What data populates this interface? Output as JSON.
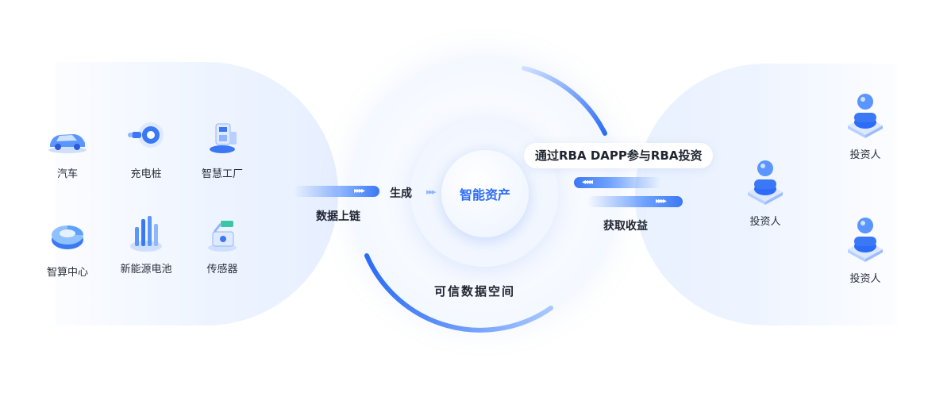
{
  "left_items": [
    {
      "label": "汽车",
      "icon": "car-icon"
    },
    {
      "label": "充电桩",
      "icon": "charging-pile-icon"
    },
    {
      "label": "智慧工厂",
      "icon": "smart-factory-icon"
    },
    {
      "label": "智算中心",
      "icon": "computing-center-icon"
    },
    {
      "label": "新能源电池",
      "icon": "battery-icon"
    },
    {
      "label": "传感器",
      "icon": "sensor-icon"
    }
  ],
  "flow": {
    "upload_label": "数据上链",
    "generate_label": "生成",
    "core_label": "智能资产",
    "space_label": "可信数据空间",
    "invest_label": "通过RBA   DAPP参与RBA投资",
    "income_label": "获取收益"
  },
  "investors": [
    {
      "label": "投资人"
    },
    {
      "label": "投资人"
    },
    {
      "label": "投资人"
    }
  ],
  "colors": {
    "accent": "#2c6cf6",
    "accent_light": "#8fb6ff",
    "panel": "#eef4ff"
  }
}
